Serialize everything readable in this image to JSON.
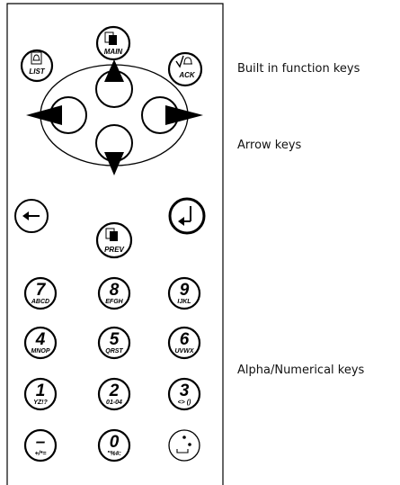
{
  "callouts": {
    "function_keys": "Built in function keys",
    "arrow_keys": "Arrow keys",
    "alpha_numeric_keys": "Alpha/Numerical keys"
  },
  "function_keys": {
    "list": "LIST",
    "main": "MAIN",
    "ack": "ACK",
    "prev": "PREV"
  },
  "keys": {
    "k7": {
      "digit": "7",
      "letters": "ABCD"
    },
    "k8": {
      "digit": "8",
      "letters": "EFGH"
    },
    "k9": {
      "digit": "9",
      "letters": "IJKL"
    },
    "k4": {
      "digit": "4",
      "letters": "MNOP"
    },
    "k5": {
      "digit": "5",
      "letters": "QRST"
    },
    "k6": {
      "digit": "6",
      "letters": "UVWX"
    },
    "k1": {
      "digit": "1",
      "letters": "YZ!?"
    },
    "k2": {
      "digit": "2",
      "letters": "01-04"
    },
    "k3": {
      "digit": "3",
      "letters": "<> ()"
    },
    "kminus": {
      "digit": "–",
      "letters": "+/*="
    },
    "k0": {
      "digit": "0",
      "letters": "\"%#:"
    }
  },
  "icons": {
    "list": "bell-document-icon",
    "main": "stacked-pages-icon",
    "ack": "check-bell-icon",
    "prev": "stacked-pages-icon",
    "back": "left-arrow-icon",
    "enter": "enter-return-icon",
    "dot": "dot-space-icon"
  }
}
